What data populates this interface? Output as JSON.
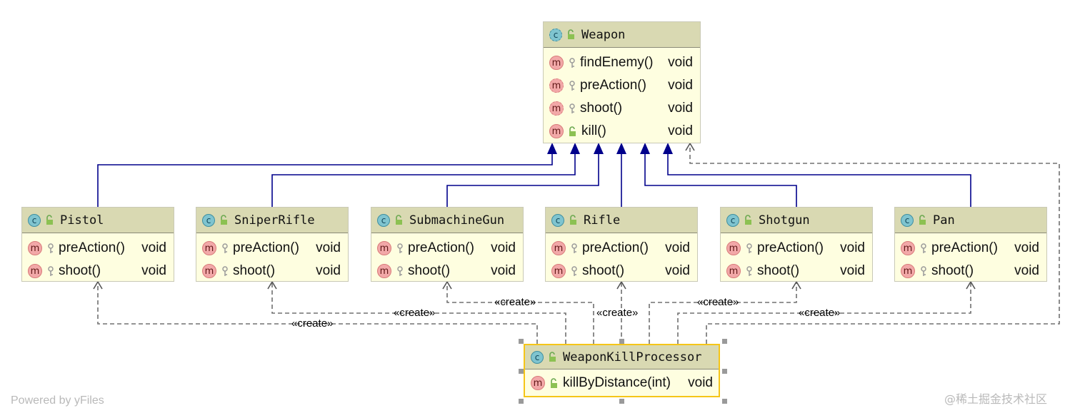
{
  "classes": {
    "weapon": {
      "name": "Weapon",
      "methods": [
        {
          "name": "findEnemy()",
          "type": "void"
        },
        {
          "name": "preAction()",
          "type": "void"
        },
        {
          "name": "shoot()",
          "type": "void"
        },
        {
          "name": "kill()",
          "type": "void"
        }
      ]
    },
    "pistol": {
      "name": "Pistol",
      "methods": [
        {
          "name": "preAction()",
          "type": "void"
        },
        {
          "name": "shoot()",
          "type": "void"
        }
      ]
    },
    "sniper": {
      "name": "SniperRifle",
      "methods": [
        {
          "name": "preAction()",
          "type": "void"
        },
        {
          "name": "shoot()",
          "type": "void"
        }
      ]
    },
    "smg": {
      "name": "SubmachineGun",
      "methods": [
        {
          "name": "preAction()",
          "type": "void"
        },
        {
          "name": "shoot()",
          "type": "void"
        }
      ]
    },
    "rifle": {
      "name": "Rifle",
      "methods": [
        {
          "name": "preAction()",
          "type": "void"
        },
        {
          "name": "shoot()",
          "type": "void"
        }
      ]
    },
    "shotgun": {
      "name": "Shotgun",
      "methods": [
        {
          "name": "preAction()",
          "type": "void"
        },
        {
          "name": "shoot()",
          "type": "void"
        }
      ]
    },
    "pan": {
      "name": "Pan",
      "methods": [
        {
          "name": "preAction()",
          "type": "void"
        },
        {
          "name": "shoot()",
          "type": "void"
        }
      ]
    },
    "processor": {
      "name": "WeaponKillProcessor",
      "methods": [
        {
          "name": "killByDistance(int)",
          "type": "void"
        }
      ]
    }
  },
  "edge_labels": {
    "create": "«create»"
  },
  "watermark_left": "Powered by yFiles",
  "watermark_right": "@稀土掘金技术社区",
  "colors": {
    "inheritance": "#00008b",
    "dependency": "#707070",
    "header": "#d9d9b2",
    "body": "#fefee0",
    "selection": "#f5c518"
  },
  "icons": {
    "class": "class-c-icon",
    "method": "method-m-icon",
    "public": "open-lock-icon",
    "protected": "key-icon"
  }
}
